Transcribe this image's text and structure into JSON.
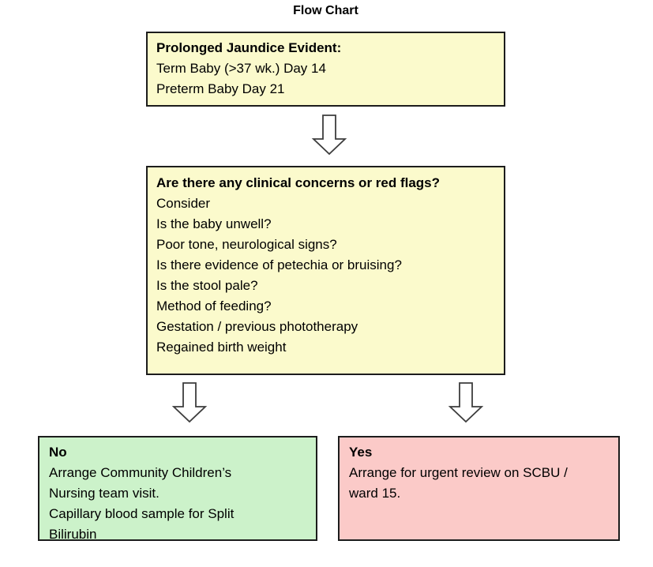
{
  "title": "Flow Chart",
  "colors": {
    "box_border": "#1c1c1c",
    "yellow_bg": "#FBFACC",
    "green_bg": "#CCF2CA",
    "pink_bg": "#FBCAC8",
    "arrow_outline": "#3d3d3d",
    "arrow_fill": "#ffffff",
    "text": "#000000"
  },
  "boxes": {
    "start": {
      "heading": "Prolonged Jaundice Evident:",
      "lines": [
        "Term Baby (>37 wk.) Day 14",
        "Preterm Baby Day 21"
      ]
    },
    "question": {
      "heading": "Are there any clinical concerns or red flags?",
      "lines": [
        "Consider",
        "Is the baby unwell?",
        "Poor tone, neurological signs?",
        "Is there evidence of petechia or bruising?",
        "Is the stool pale?",
        "Method of feeding?",
        "Gestation / previous phototherapy",
        "Regained birth weight"
      ]
    },
    "no_outcome": {
      "heading": "No",
      "lines": [
        "Arrange Community Children’s",
        "Nursing team visit.",
        "Capillary blood sample for Split",
        "Bilirubin"
      ]
    },
    "yes_outcome": {
      "heading": "Yes",
      "lines": [
        "Arrange for urgent review on SCBU /",
        "ward 15."
      ]
    }
  }
}
